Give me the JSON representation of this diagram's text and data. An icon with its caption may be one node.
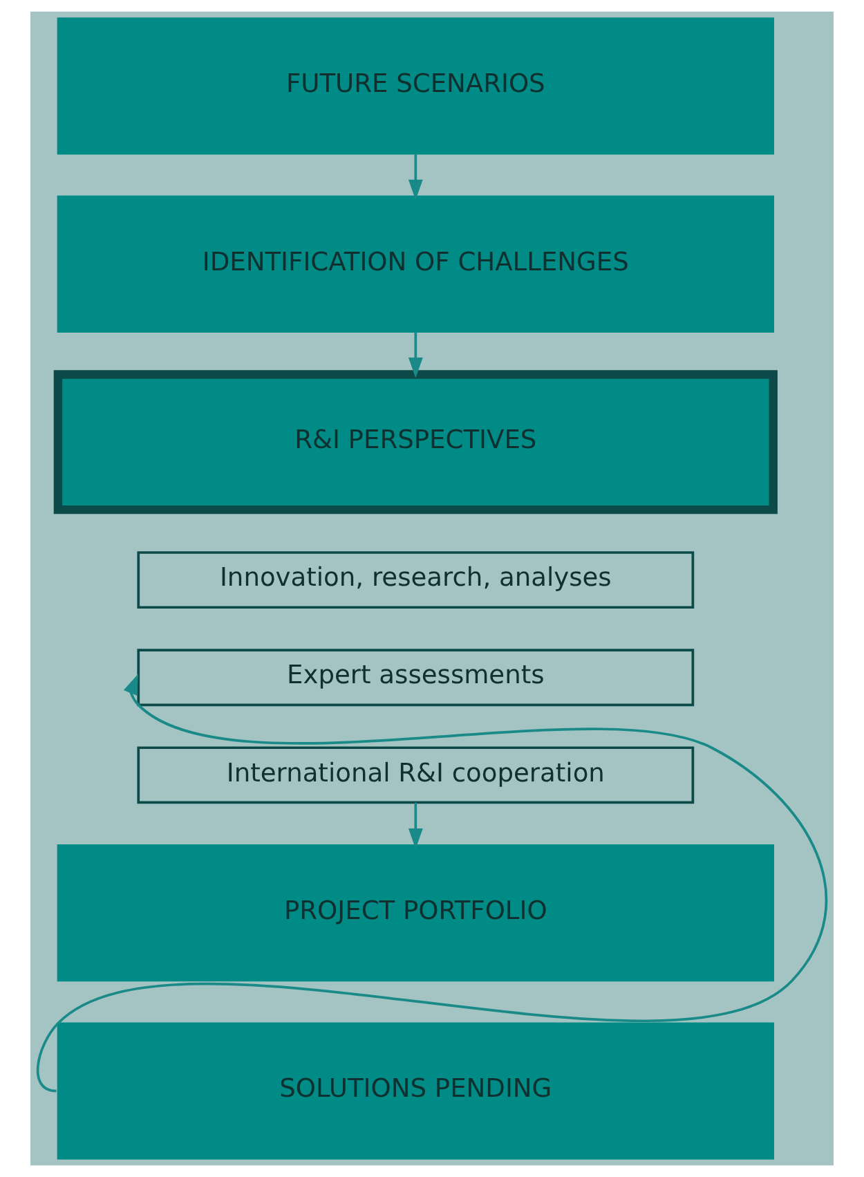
{
  "diagram": {
    "nodes": [
      {
        "text": [
          "FUTURE SCENARIOS"
        ]
      },
      {
        "text": [
          "IDENTIFICATION OF CHALLENGES"
        ]
      },
      {
        "text": [
          "R&I PERSPECTIVES"
        ]
      },
      {
        "text": [
          "Innovation, research, analyses"
        ]
      },
      {
        "text": [
          "Expert assessments"
        ]
      },
      {
        "text": [
          "International R&I cooperation"
        ]
      },
      {
        "text": [
          "PROJECT PORTFOLIO"
        ]
      },
      {
        "text": [
          "SOLUTIONS PENDING"
        ]
      }
    ],
    "edges": [
      {
        "from": 0,
        "to": 1,
        "arrow": "to"
      },
      {
        "from": 1,
        "to": 2,
        "arrow": "to"
      },
      {
        "from": 5,
        "to": 6,
        "arrow": "to"
      },
      {
        "from": 7,
        "to": 4,
        "arrow": "to"
      }
    ]
  }
}
